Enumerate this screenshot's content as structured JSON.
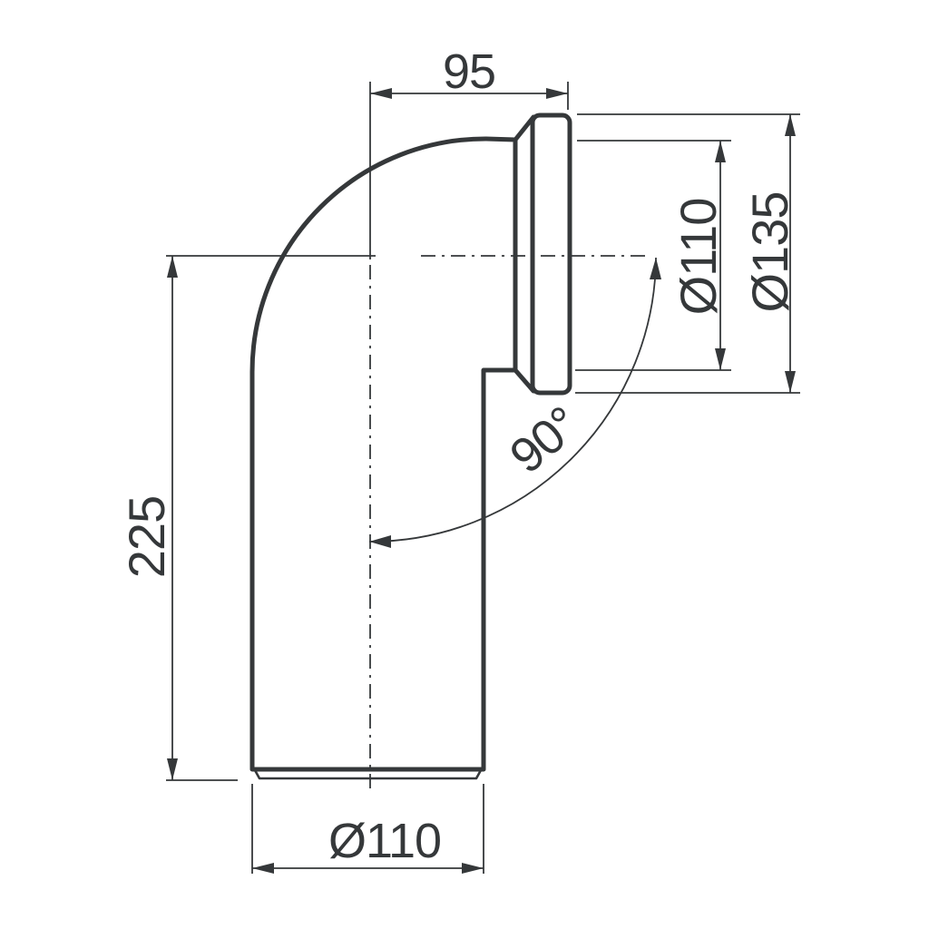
{
  "drawing": {
    "line_color": "#35383a",
    "background_color": "#ffffff",
    "labels": {
      "top_width": "95",
      "outlet_inner_diameter": "Ø110",
      "outlet_outer_diameter": "Ø135",
      "angle": "90°",
      "height": "225",
      "pipe_diameter": "Ø110"
    }
  }
}
